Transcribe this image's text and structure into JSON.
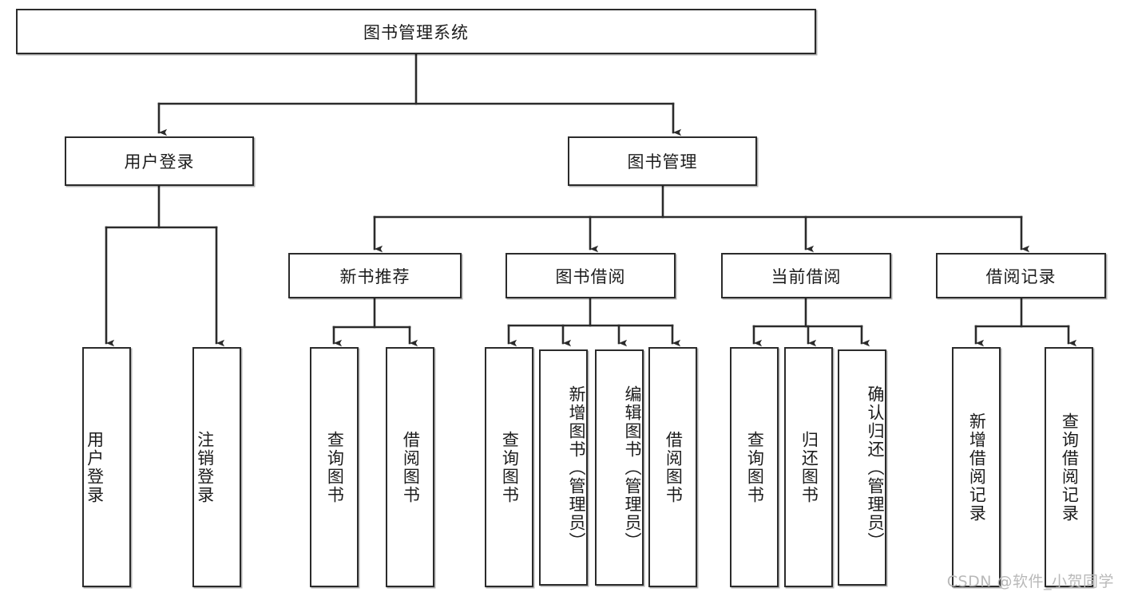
{
  "diagram": {
    "title": "图书管理系统",
    "type": "tree",
    "root": {
      "label": "图书管理系统"
    },
    "level2": [
      {
        "label": "用户登录"
      },
      {
        "label": "图书管理"
      }
    ],
    "level3": [
      {
        "label": "新书推荐"
      },
      {
        "label": "图书借阅"
      },
      {
        "label": "当前借阅"
      },
      {
        "label": "借阅记录"
      }
    ],
    "leaves": {
      "user_login": [
        {
          "label": "用户登录"
        },
        {
          "label": "注销登录"
        }
      ],
      "new_book_recommend": [
        {
          "label": "查询图书"
        },
        {
          "label": "借阅图书"
        }
      ],
      "book_borrow": [
        {
          "label": "查询图书"
        },
        {
          "label": "新增图书（管理员）"
        },
        {
          "label": "编辑图书（管理员）"
        },
        {
          "label": "借阅图书"
        }
      ],
      "current_borrow": [
        {
          "label": "查询图书"
        },
        {
          "label": "归还图书"
        },
        {
          "label": "确认归还（管理员）"
        }
      ],
      "borrow_record": [
        {
          "label": "新增借阅记录"
        },
        {
          "label": "查询借阅记录"
        }
      ]
    }
  },
  "watermark": {
    "text": "CSDN @软件_小贺同学"
  },
  "colors": {
    "line": "#2b2b2b",
    "box_border": "#2b2b2b",
    "background": "#ffffff",
    "watermark": "#b9b9b9"
  }
}
